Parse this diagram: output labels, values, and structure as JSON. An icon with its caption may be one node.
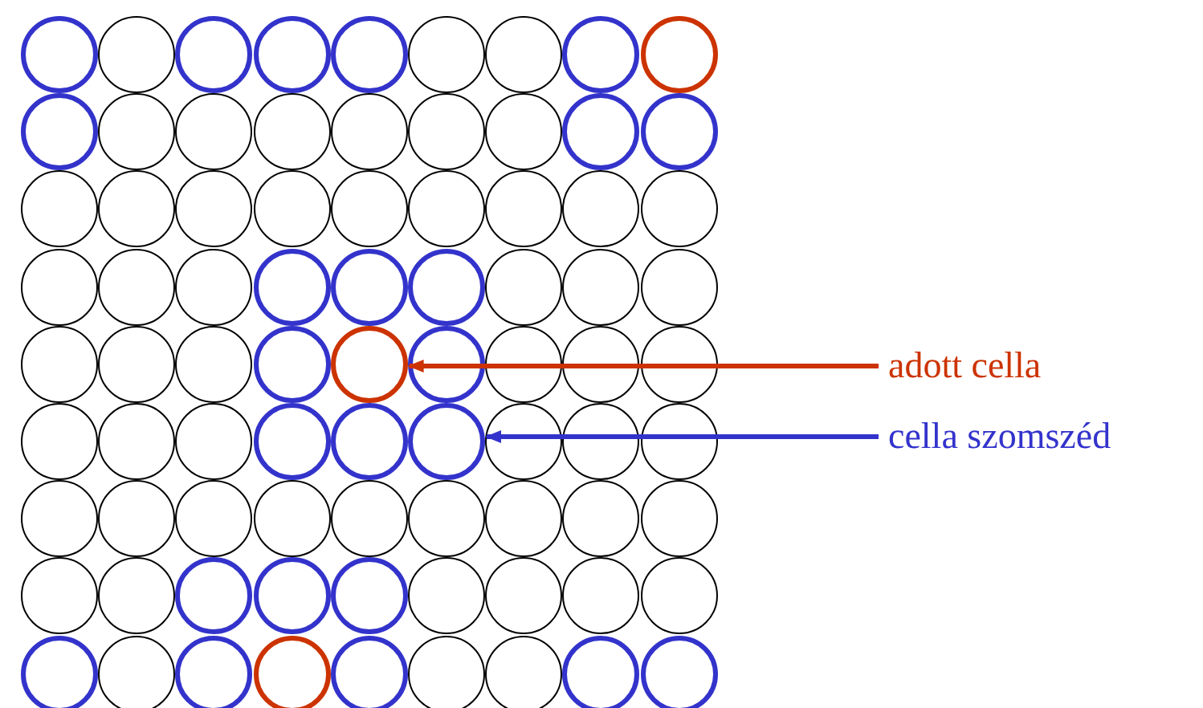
{
  "diagram": {
    "nodes": [
      {
        "text": [],
        "shape": "circle"
      },
      {
        "text": [],
        "shape": "circle"
      },
      {
        "text": [],
        "shape": "circle"
      },
      {
        "text": [],
        "shape": "circle"
      },
      {
        "text": [],
        "shape": "circle"
      },
      {
        "text": [],
        "shape": "circle"
      },
      {
        "text": [],
        "shape": "circle"
      },
      {
        "text": [],
        "shape": "circle"
      },
      {
        "text": [],
        "shape": "circle"
      },
      {
        "text": [],
        "shape": "circle"
      },
      {
        "text": [],
        "shape": "circle"
      },
      {
        "text": [],
        "shape": "circle"
      },
      {
        "text": [],
        "shape": "circle"
      },
      {
        "text": [],
        "shape": "circle"
      },
      {
        "text": [],
        "shape": "circle"
      },
      {
        "text": [],
        "shape": "circle"
      },
      {
        "text": [],
        "shape": "circle"
      },
      {
        "text": [],
        "shape": "circle"
      },
      {
        "text": [],
        "shape": "circle"
      },
      {
        "text": [],
        "shape": "circle"
      },
      {
        "text": [],
        "shape": "circle"
      },
      {
        "text": [],
        "shape": "circle"
      },
      {
        "text": [],
        "shape": "circle"
      },
      {
        "text": [],
        "shape": "circle"
      },
      {
        "text": [],
        "shape": "circle"
      },
      {
        "text": [],
        "shape": "circle"
      },
      {
        "text": [],
        "shape": "circle"
      },
      {
        "text": [],
        "shape": "circle"
      },
      {
        "text": [],
        "shape": "circle"
      },
      {
        "text": [],
        "shape": "circle"
      },
      {
        "text": [],
        "shape": "circle"
      },
      {
        "text": [],
        "shape": "circle"
      },
      {
        "text": [],
        "shape": "circle"
      },
      {
        "text": [],
        "shape": "circle"
      },
      {
        "text": [],
        "shape": "circle"
      },
      {
        "text": [],
        "shape": "circle"
      },
      {
        "text": [],
        "shape": "circle"
      },
      {
        "text": [],
        "shape": "circle"
      },
      {
        "text": [],
        "shape": "circle"
      },
      {
        "text": [],
        "shape": "circle"
      },
      {
        "text": [],
        "shape": "circle"
      },
      {
        "text": [],
        "shape": "circle"
      },
      {
        "text": [],
        "shape": "circle"
      },
      {
        "text": [],
        "shape": "circle"
      },
      {
        "text": [],
        "shape": "circle"
      },
      {
        "text": [],
        "shape": "circle"
      },
      {
        "text": [],
        "shape": "circle"
      },
      {
        "text": [],
        "shape": "circle"
      },
      {
        "text": [],
        "shape": "circle"
      },
      {
        "text": [],
        "shape": "circle"
      },
      {
        "text": [],
        "shape": "circle"
      },
      {
        "text": [],
        "shape": "circle"
      },
      {
        "text": [],
        "shape": "circle"
      },
      {
        "text": [],
        "shape": "circle"
      },
      {
        "text": [],
        "shape": "circle"
      },
      {
        "text": [],
        "shape": "circle"
      },
      {
        "text": [],
        "shape": "circle"
      },
      {
        "text": [],
        "shape": "circle"
      },
      {
        "text": [],
        "shape": "circle"
      },
      {
        "text": [],
        "shape": "circle"
      },
      {
        "text": [],
        "shape": "circle"
      },
      {
        "text": [],
        "shape": "circle"
      },
      {
        "text": [],
        "shape": "circle"
      },
      {
        "text": [],
        "shape": "circle"
      },
      {
        "text": [],
        "shape": "circle"
      },
      {
        "text": [],
        "shape": "circle"
      },
      {
        "text": [],
        "shape": "circle"
      },
      {
        "text": [],
        "shape": "circle"
      },
      {
        "text": [],
        "shape": "circle"
      },
      {
        "text": [],
        "shape": "circle"
      },
      {
        "text": [],
        "shape": "circle"
      },
      {
        "text": [],
        "shape": "circle"
      },
      {
        "text": [],
        "shape": "circle"
      },
      {
        "text": [],
        "shape": "circle"
      },
      {
        "text": [],
        "shape": "circle"
      },
      {
        "text": [],
        "shape": "circle"
      },
      {
        "text": [],
        "shape": "circle"
      },
      {
        "text": [],
        "shape": "circle"
      },
      {
        "text": [],
        "shape": "circle"
      },
      {
        "text": [],
        "shape": "circle"
      },
      {
        "text": [],
        "shape": "circle"
      },
      {
        "text": [
          "adott cella"
        ]
      },
      {
        "text": [
          "cella szomszéd"
        ]
      }
    ],
    "edges": [
      {
        "from": 81,
        "to": 40,
        "arrow": "to",
        "color": "#cc3300"
      },
      {
        "from": 82,
        "to": 50,
        "arrow": "to",
        "color": "#3333cc"
      }
    ]
  }
}
